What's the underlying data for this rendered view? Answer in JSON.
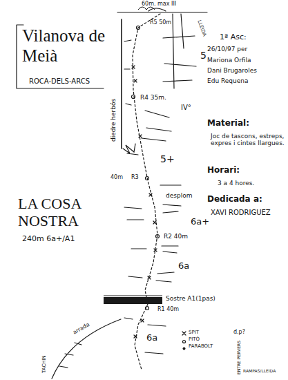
{
  "diagram": {
    "title": "Vilanova de Meià",
    "labels": [
      "60m. max III",
      "R5 50m",
      "LLEIDA",
      "5",
      "diedre herbós",
      "R4 35m.",
      "IV°",
      "5+",
      "40m",
      "R3",
      "desplom",
      "6a+",
      "R2 40m",
      "6a",
      "Sostre A1(1pas)",
      "R1 40m",
      "6a",
      "arrada",
      "TACHIN",
      "d.p?",
      "ENTRE PERVERS",
      "RAMPAS/LLEIDA",
      "ROCA-DELS-ARCS",
      "1ª Asc:",
      "26/10/97 per",
      "Mariona Orfila",
      "Dani Brugaroles",
      "Edu Requena",
      "Material:",
      "Joc de tascons, estreps, expres i cintes llargues.",
      "Horari:",
      "3 a 4 hores.",
      "Dedicada a:",
      "XAVI RODRIGUEZ",
      "LA COSA NOSTRA",
      "240m 6a+/A1"
    ],
    "legend": [
      {
        "text": "SPIT"
      },
      {
        "text": "PITÓ"
      },
      {
        "text": "PARABOLT"
      }
    ]
  }
}
